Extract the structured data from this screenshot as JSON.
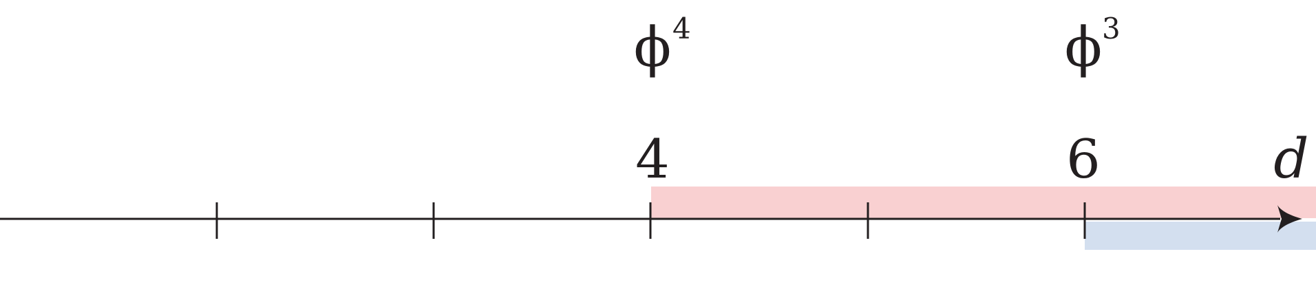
{
  "diagram": {
    "axis": {
      "variable": "d",
      "tick_labels": [
        {
          "value": 4,
          "text": "4"
        },
        {
          "value": 6,
          "text": "6"
        }
      ]
    },
    "theories": [
      {
        "base": "ϕ",
        "exponent": "4",
        "lower_dimension": 4,
        "band_color": "#f9d0d1"
      },
      {
        "base": "ϕ",
        "exponent": "3",
        "lower_dimension": 6,
        "band_color": "#d3dfef"
      }
    ],
    "colors": {
      "axis": "#231f20",
      "phi4_band": "#f9d0d1",
      "phi3_band": "#d3dfef"
    }
  }
}
